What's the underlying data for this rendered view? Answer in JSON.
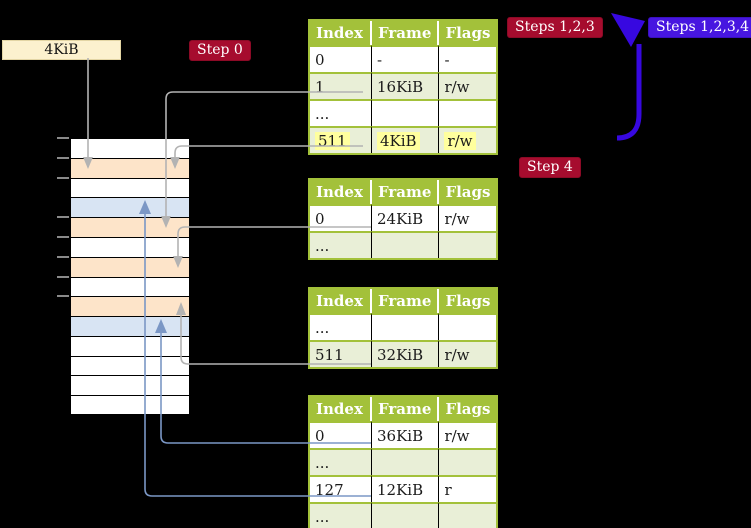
{
  "page_size_box": {
    "label": "4KiB"
  },
  "badges": [
    {
      "id": "step0",
      "label": "Step 0",
      "style": "crimson"
    },
    {
      "id": "steps123",
      "label": "Steps 1,2,3",
      "style": "crimson"
    },
    {
      "id": "steps1234",
      "label": "Steps 1,2,3,4",
      "style": "blue"
    },
    {
      "id": "step4",
      "label": "Step 4",
      "style": "crimson"
    }
  ],
  "tables": [
    {
      "name": "level-4-page-table",
      "headers": [
        "Index",
        "Frame",
        "Flags"
      ],
      "rows": [
        {
          "index": "0",
          "frame": "-",
          "flags": "-",
          "shade": "white",
          "highlight": false
        },
        {
          "index": "1",
          "frame": "16KiB",
          "flags": "r/w",
          "shade": "green",
          "highlight": false
        },
        {
          "index": "...",
          "frame": "",
          "flags": "",
          "shade": "white",
          "highlight": false
        },
        {
          "index": "511",
          "frame": "4KiB",
          "flags": "r/w",
          "shade": "green",
          "highlight": true
        }
      ]
    },
    {
      "name": "level-3-page-table",
      "headers": [
        "Index",
        "Frame",
        "Flags"
      ],
      "rows": [
        {
          "index": "0",
          "frame": "24KiB",
          "flags": "r/w",
          "shade": "white",
          "highlight": false
        },
        {
          "index": "...",
          "frame": "",
          "flags": "",
          "shade": "green",
          "highlight": false
        }
      ]
    },
    {
      "name": "level-2-page-table",
      "headers": [
        "Index",
        "Frame",
        "Flags"
      ],
      "rows": [
        {
          "index": "...",
          "frame": "",
          "flags": "",
          "shade": "white",
          "highlight": false
        },
        {
          "index": "511",
          "frame": "32KiB",
          "flags": "r/w",
          "shade": "green",
          "highlight": false
        }
      ]
    },
    {
      "name": "level-1-page-table",
      "headers": [
        "Index",
        "Frame",
        "Flags"
      ],
      "rows": [
        {
          "index": "0",
          "frame": "36KiB",
          "flags": "r/w",
          "shade": "white",
          "highlight": false
        },
        {
          "index": "...",
          "frame": "",
          "flags": "",
          "shade": "green",
          "highlight": false
        },
        {
          "index": "127",
          "frame": "12KiB",
          "flags": "r",
          "shade": "white",
          "highlight": false
        },
        {
          "index": "...",
          "frame": "",
          "flags": "",
          "shade": "green",
          "highlight": false
        }
      ]
    }
  ],
  "memory": {
    "rows": [
      {
        "color": "white"
      },
      {
        "color": "peach"
      },
      {
        "color": "white"
      },
      {
        "color": "blue"
      },
      {
        "color": "peach"
      },
      {
        "color": "white"
      },
      {
        "color": "peach"
      },
      {
        "color": "white"
      },
      {
        "color": "peach"
      },
      {
        "color": "blue"
      },
      {
        "color": "white"
      },
      {
        "color": "white"
      },
      {
        "color": "white"
      },
      {
        "color": "white"
      }
    ],
    "tick_rows": [
      0,
      1,
      2,
      4,
      5,
      6,
      7,
      8
    ]
  },
  "colors": {
    "background": "#000000",
    "table_header": "#a3c13a",
    "table_row_green": "#e9efd7",
    "highlight_yellow": "#ffff9e",
    "memory_peach": "#fde4c9",
    "memory_blue": "#d8e4f3",
    "label_cream": "#fcf1ce",
    "badge_crimson": "#a60c2e",
    "badge_blue": "#4716e0",
    "arrow_gray": "#b3b3b3",
    "arrow_steelblue": "#7b97c5",
    "arrow_thick_blue": "#3708e0"
  }
}
